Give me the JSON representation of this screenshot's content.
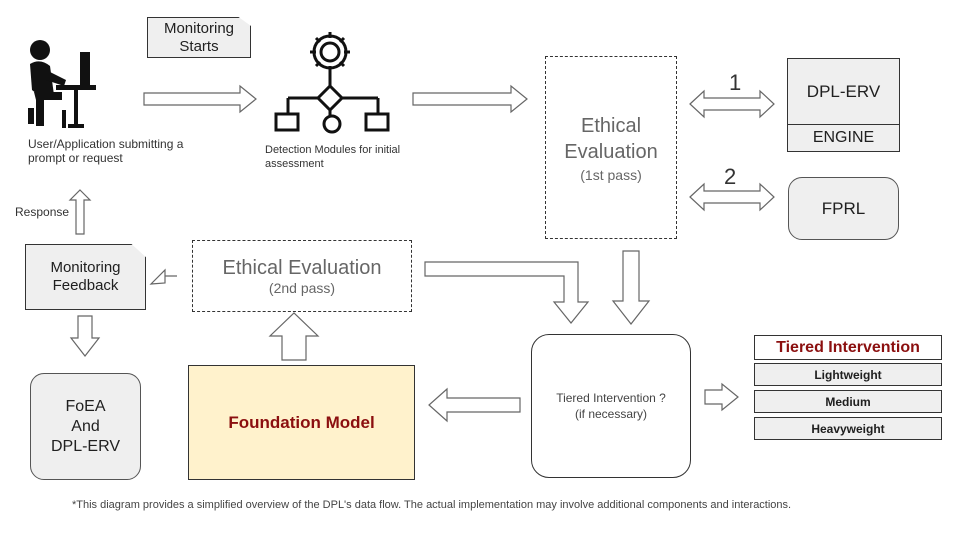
{
  "user": {
    "label": "User/Application submitting a prompt or request"
  },
  "monitoring_starts": "Monitoring Starts",
  "detection": {
    "label": "Detection Modules for initial assessment"
  },
  "ethical_eval_1": {
    "title": "Ethical Evaluation",
    "subtitle": "(1st pass)"
  },
  "dpl_erv": {
    "top": "DPL-ERV",
    "bottom": "ENGINE"
  },
  "fprl": "FPRL",
  "link_numbers": [
    "1",
    "2"
  ],
  "response": "Response",
  "monitoring_feedback": "Monitoring Feedback",
  "ethical_eval_2": {
    "title": "Ethical Evaluation",
    "subtitle": "(2nd pass)"
  },
  "foea": {
    "line1": "FoEA",
    "line2": "And",
    "line3": "DPL-ERV"
  },
  "foundation_model": "Foundation Model",
  "tiered_question": {
    "line1": "Tiered Intervention ?",
    "line2": "(if necessary)"
  },
  "tiered_list": {
    "title": "Tiered Intervention",
    "items": [
      "Lightweight",
      "Medium",
      "Heavyweight"
    ]
  },
  "footnote": "*This diagram provides a simplified overview of the DPL's data flow. The actual implementation may involve additional components and interactions.",
  "colors": {
    "accent_red": "#8b0f0f",
    "foundation_fill": "#fff2cc",
    "box_grey": "#efefef"
  }
}
